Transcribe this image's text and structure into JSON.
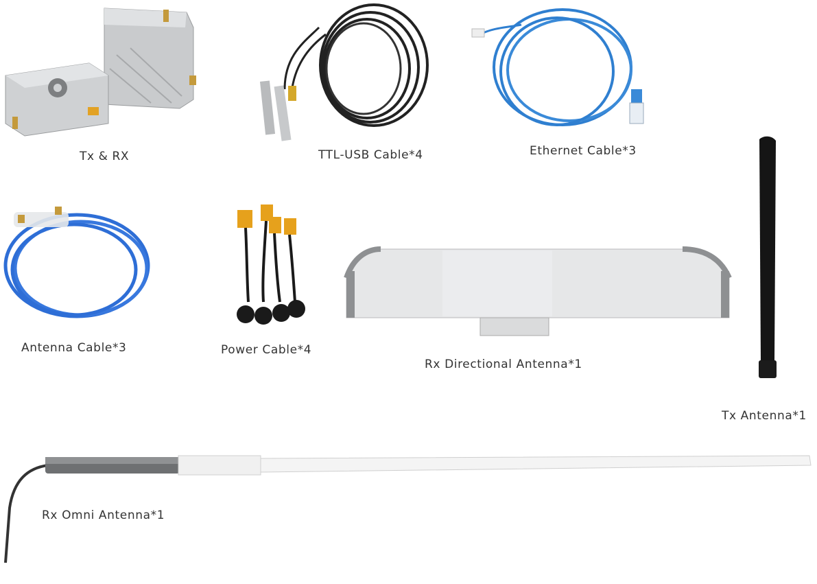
{
  "items": [
    {
      "label": "Tx & RX"
    },
    {
      "label": "TTL-USB Cable*4"
    },
    {
      "label": "Ethernet Cable*3"
    },
    {
      "label": "Antenna Cable*3"
    },
    {
      "label": "Power Cable*4"
    },
    {
      "label": "Rx Directional Antenna*1"
    },
    {
      "label": "Tx Antenna*1"
    },
    {
      "label": "Rx Omni Antenna*1"
    }
  ]
}
